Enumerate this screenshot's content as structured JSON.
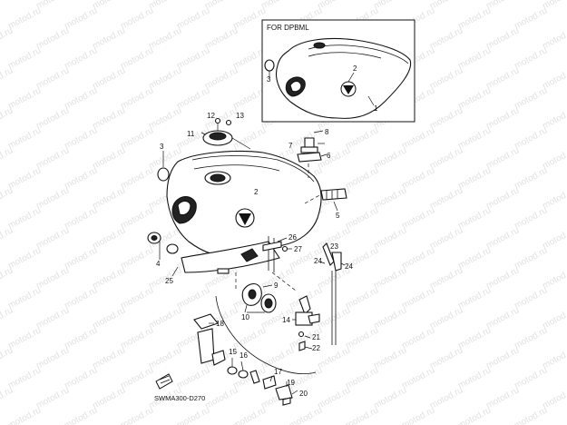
{
  "watermark": "motod.ru",
  "inset": {
    "title": "FOR DPBML",
    "callouts": [
      "3",
      "2",
      "1"
    ]
  },
  "code": "SWMA300-D270",
  "callouts": [
    "12",
    "13",
    "11",
    "7",
    "3",
    "8",
    "6",
    "5",
    "2",
    "26",
    "27",
    "4",
    "23",
    "25",
    "24",
    "9",
    "21",
    "10",
    "14",
    "18",
    "22",
    "15",
    "16",
    "17",
    "19",
    "20"
  ]
}
